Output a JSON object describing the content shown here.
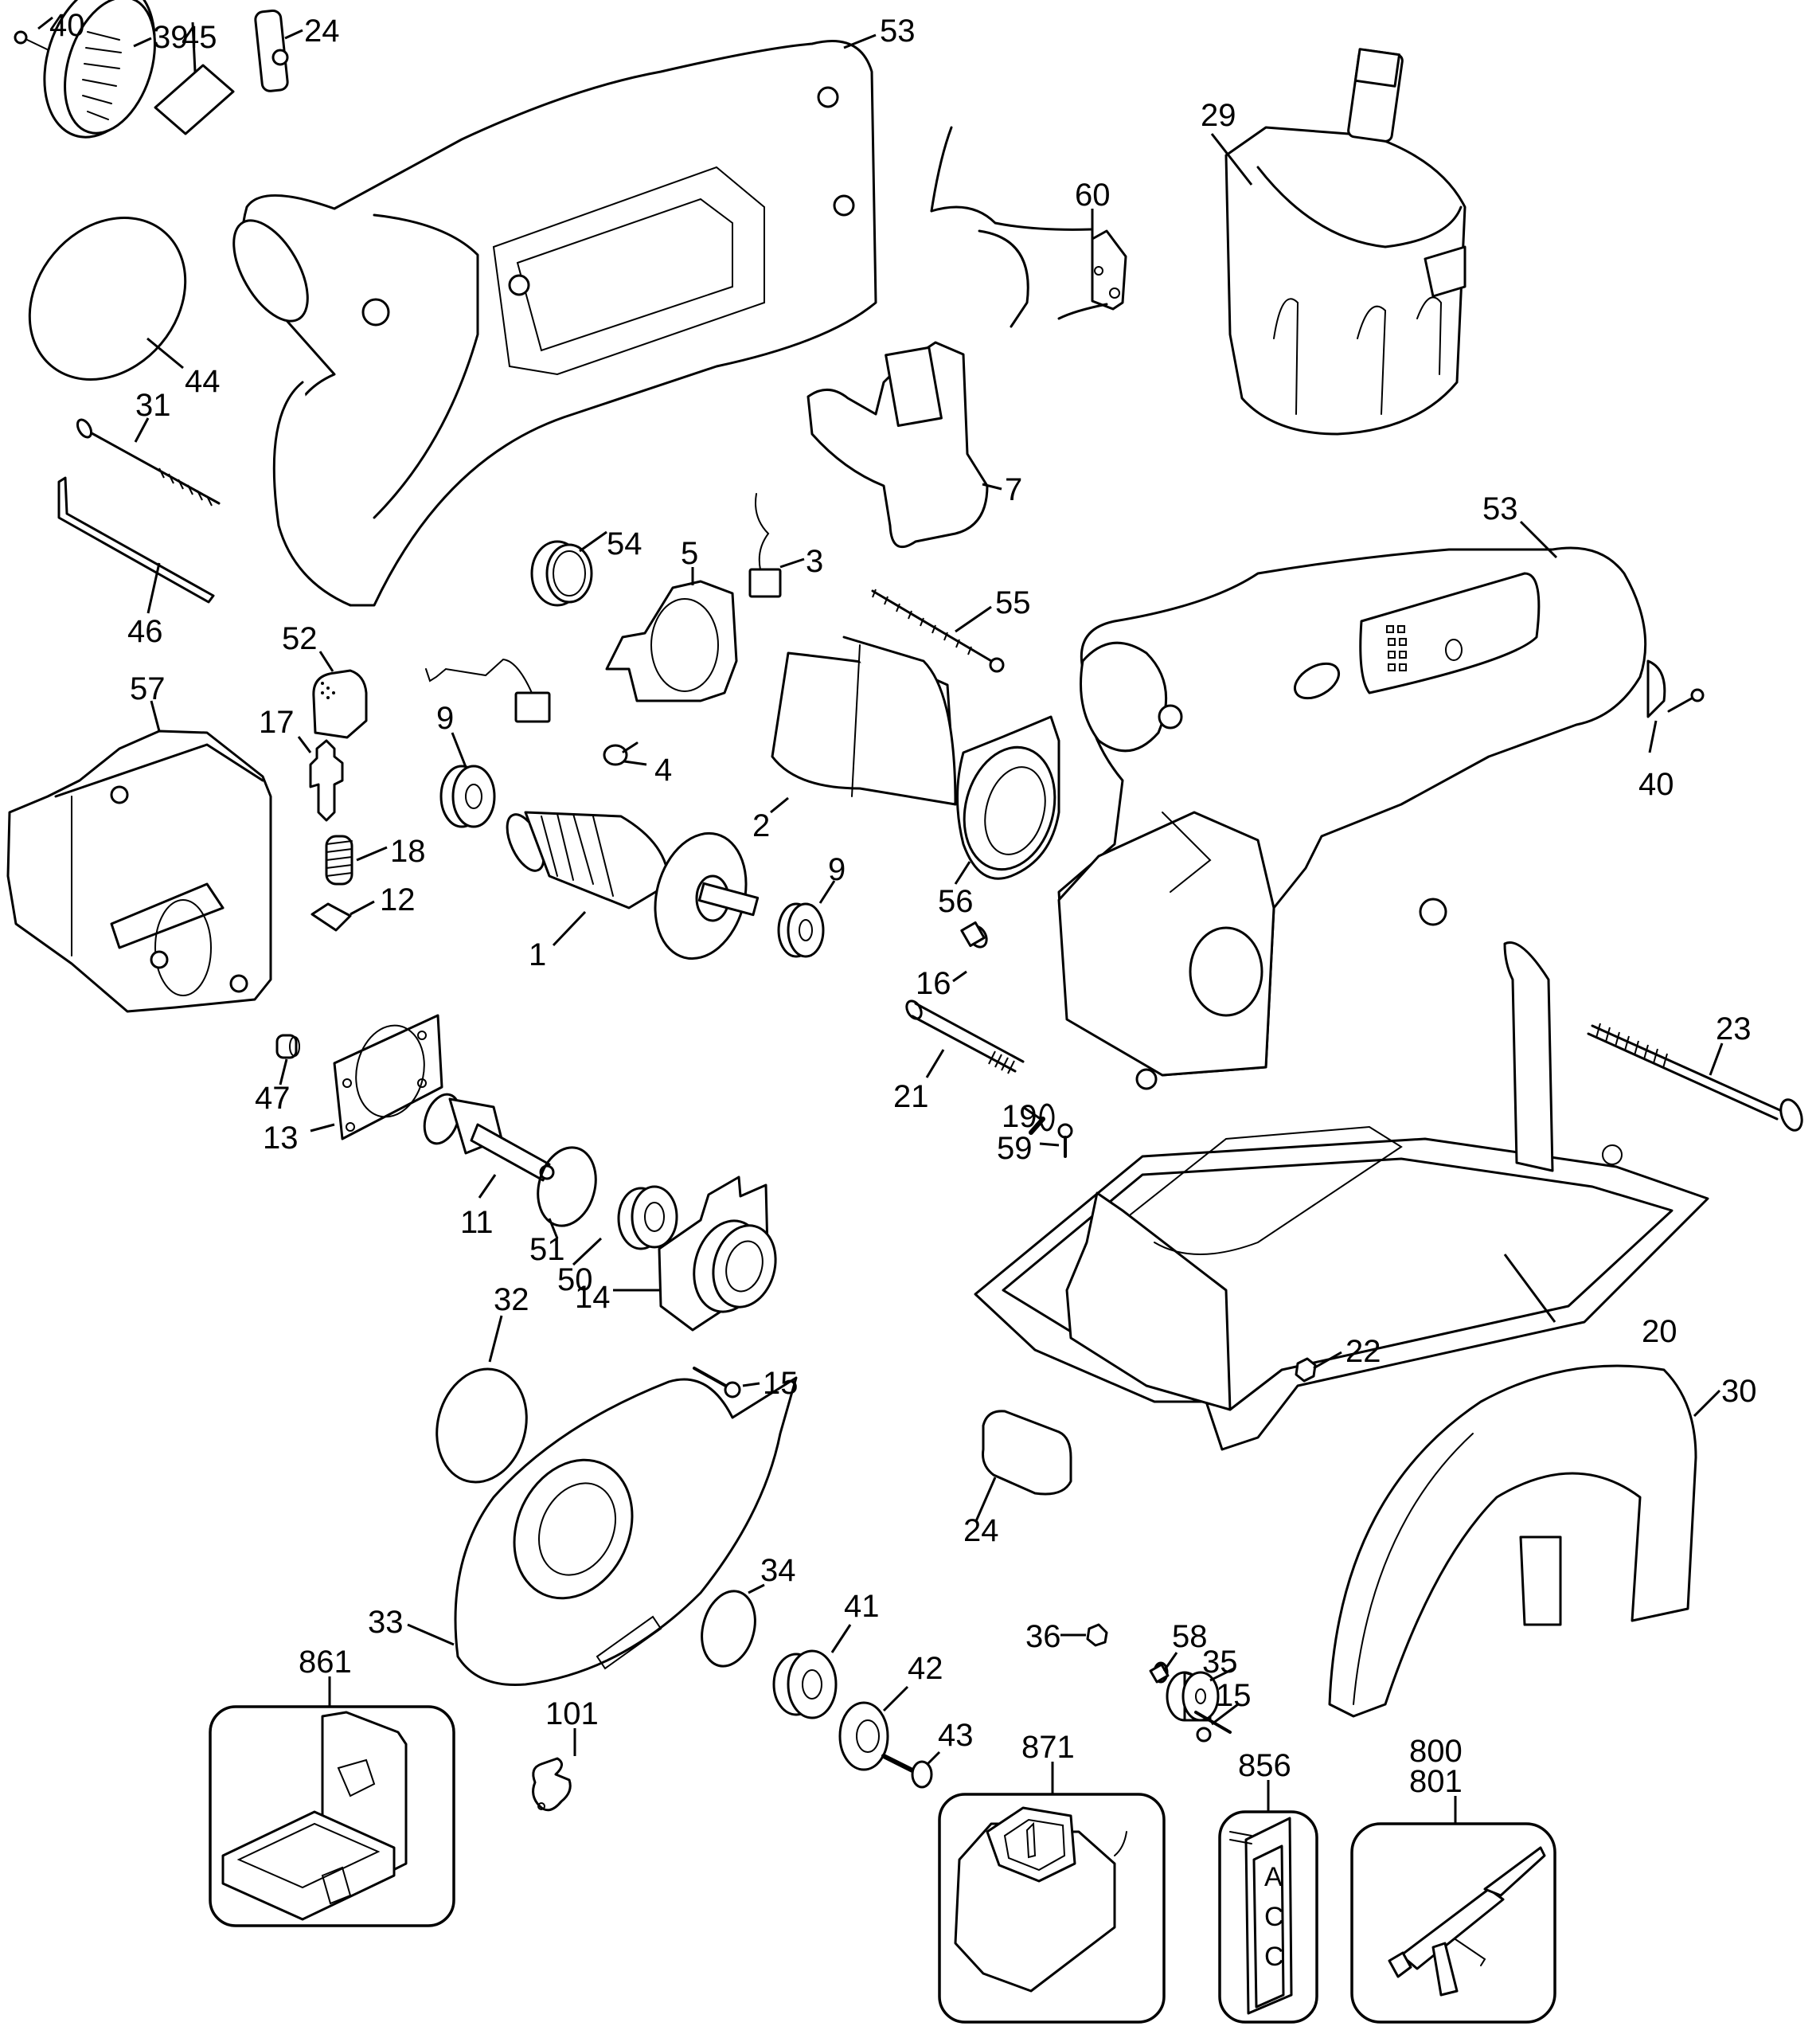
{
  "diagram": {
    "type": "exploded-parts-view",
    "subject": "cordless circular saw",
    "line_color": "#000000",
    "background_color": "#ffffff",
    "callouts": {
      "c40a": "40",
      "c39": "39",
      "c45": "45",
      "c24a": "24",
      "c53a": "53",
      "c29": "29",
      "c60": "60",
      "c44": "44",
      "c31": "31",
      "c46": "46",
      "c7": "7",
      "c53b": "53",
      "c54": "54",
      "c5": "5",
      "c3": "3",
      "c55": "55",
      "c52": "52",
      "c57": "57",
      "c17": "17",
      "c9a": "9",
      "c4": "4",
      "c2": "2",
      "c40b": "40",
      "c18": "18",
      "c1": "1",
      "c9b": "9",
      "c56": "56",
      "c16": "16",
      "c12": "12",
      "c47": "47",
      "c21": "21",
      "c23": "23",
      "c13": "13",
      "c19": "19",
      "c59": "59",
      "c11": "11",
      "c51": "51",
      "c50": "50",
      "c14": "14",
      "c15a": "15",
      "c20": "20",
      "c22": "22",
      "c32": "32",
      "c30": "30",
      "c24b": "24",
      "c33": "33",
      "c34": "34",
      "c41": "41",
      "c42": "42",
      "c36": "36",
      "c43": "43",
      "c58": "58",
      "c35": "35",
      "c15b": "15",
      "c861": "861",
      "c101": "101",
      "c871": "871",
      "c856": "856",
      "c800": "800",
      "c801": "801"
    },
    "kits": {
      "case": {
        "label": "861",
        "depicts": "carrying-case"
      },
      "charger": {
        "label": "871",
        "depicts": "battery-charger"
      },
      "manual": {
        "label": "856",
        "depicts": "accessory-card",
        "card_letters": [
          "A",
          "C",
          "C"
        ]
      },
      "blade_tool": {
        "labels": [
          "800",
          "801"
        ],
        "depicts": "blade-wrench"
      }
    }
  }
}
